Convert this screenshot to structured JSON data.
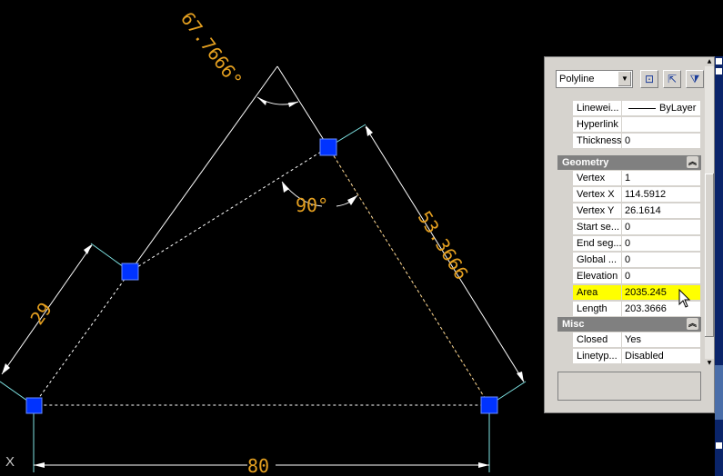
{
  "drawing": {
    "dimensions": {
      "angle_top": "67.7666°",
      "angle_right": "90°",
      "right_side": "53.3666",
      "left_side": "29",
      "bottom": "80"
    },
    "x_marker": "X",
    "colors": {
      "dimension_text": "#e5a020",
      "grip": "#0033ff",
      "geometry": "#ffffff",
      "extension": "#7fe5e5"
    }
  },
  "properties": {
    "object_type": "Polyline",
    "toolbar_icons": [
      "quick-select-icon",
      "select-objects-icon",
      "pickadd-filter-icon"
    ],
    "general_rows": [
      {
        "label": "Linewei...",
        "value": "ByLayer",
        "has_line": true
      },
      {
        "label": "Hyperlink",
        "value": ""
      },
      {
        "label": "Thickness",
        "value": "0"
      }
    ],
    "geometry_title": "Geometry",
    "geometry_rows": [
      {
        "label": "Vertex",
        "value": "1"
      },
      {
        "label": "Vertex X",
        "value": "114.5912"
      },
      {
        "label": "Vertex Y",
        "value": "26.1614"
      },
      {
        "label": "Start se...",
        "value": "0"
      },
      {
        "label": "End seg...",
        "value": "0"
      },
      {
        "label": "Global ...",
        "value": "0"
      },
      {
        "label": "Elevation",
        "value": "0"
      },
      {
        "label": "Area",
        "value": "2035.245",
        "highlight": true
      },
      {
        "label": "Length",
        "value": "203.3666"
      }
    ],
    "misc_title": "Misc",
    "misc_rows": [
      {
        "label": "Closed",
        "value": "Yes"
      },
      {
        "label": "Linetyp...",
        "value": "Disabled"
      }
    ]
  }
}
